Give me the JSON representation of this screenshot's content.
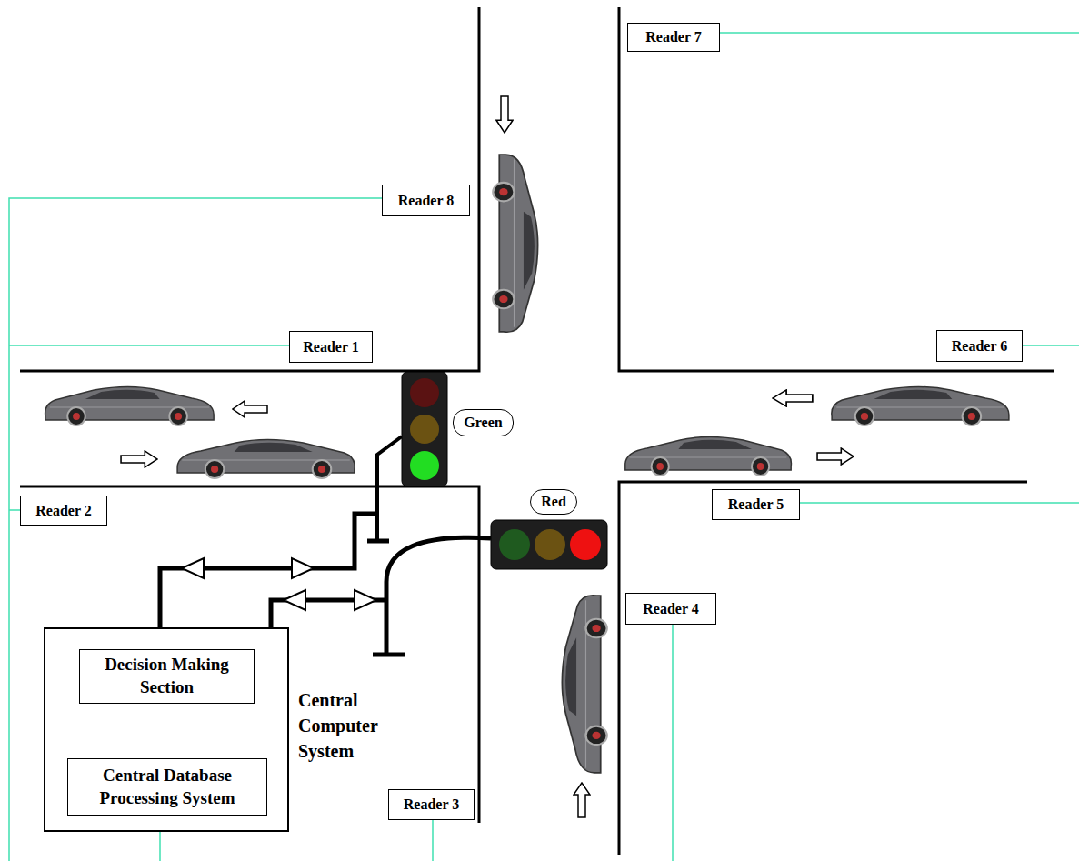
{
  "diagram": {
    "nodes": [
      {
        "text": [
          "Reader 7"
        ]
      },
      {
        "text": [
          "Reader 8"
        ]
      },
      {
        "text": [
          "Reader 1"
        ]
      },
      {
        "text": [
          "Reader 6"
        ]
      },
      {
        "text": [
          "Green"
        ]
      },
      {
        "text": [
          "Reader 2"
        ]
      },
      {
        "text": [
          "Red"
        ]
      },
      {
        "text": [
          "Reader 5"
        ]
      },
      {
        "text": [
          "Reader 4"
        ]
      },
      {
        "text": [
          "Central Computer System"
        ]
      },
      {
        "text": [
          "Decision Making Section"
        ],
        "in": 9
      },
      {
        "text": [
          "Central Database Processing System"
        ],
        "in": 9
      },
      {
        "text": [
          "Reader 3"
        ]
      }
    ],
    "edges": [
      {
        "from": 11,
        "to": 10,
        "arrow": "to"
      }
    ]
  }
}
